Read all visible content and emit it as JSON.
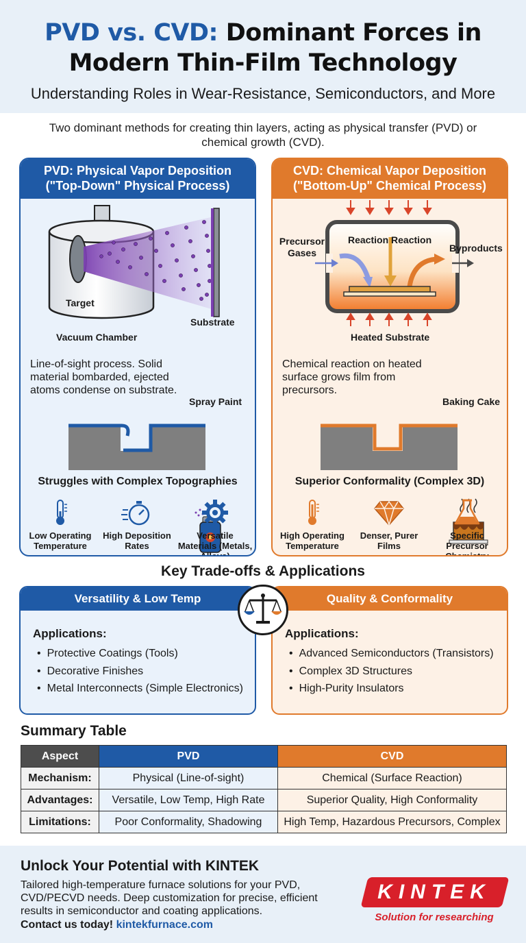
{
  "header": {
    "title_highlight": "PVD vs. CVD:",
    "title_rest_1": " Dominant Forces in",
    "title_line2": "Modern Thin-Film Technology",
    "subtitle": "Understanding Roles in Wear-Resistance, Semiconductors, and More"
  },
  "intro": "Two dominant methods for creating thin layers, acting as physical transfer (PVD) or chemical growth (CVD).",
  "pvd": {
    "heading_1": "PVD: Physical Vapor Deposition",
    "heading_2": "(\"Top-Down\" Physical Process)",
    "label_target": "Target",
    "label_substrate": "Substrate",
    "label_chamber": "Vacuum Chamber",
    "description": "Line-of-sight process. Solid material bombarded, ejected atoms condense on substrate.",
    "analogy": "Spray Paint",
    "topography_caption": "Struggles with Complex Topographies",
    "features": [
      "Low Operating Temperature",
      "High Deposition Rates",
      "Versatile Materials (Metals, Alloys)"
    ]
  },
  "cvd": {
    "heading_1": "CVD: Chemical Vapor Deposition",
    "heading_2": "(\"Bottom-Up\" Chemical Process)",
    "label_precursor": "Precursor Gases",
    "label_reaction": "Reaction Reaction",
    "label_byproducts": "Byproducts",
    "label_heated": "Heated Substrate",
    "description": "Chemical reaction on heated surface grows film from precursors.",
    "analogy": "Baking Cake",
    "topography_caption": "Superior Conformality (Complex 3D)",
    "features": [
      "High Operating Temperature",
      "Denser, Purer Films",
      "Specific Precursor Chemistry"
    ]
  },
  "tradeoffs": {
    "title": "Key Trade-offs & Applications",
    "pvd_head": "Versatility & Low Temp",
    "cvd_head": "Quality & Conformality",
    "applications_label": "Applications:",
    "pvd_apps": [
      "Protective Coatings (Tools)",
      "Decorative Finishes",
      "Metal Interconnects (Simple Electronics)"
    ],
    "cvd_apps": [
      "Advanced Semiconductors (Transistors)",
      "Complex 3D Structures",
      "High-Purity Insulators"
    ]
  },
  "summary": {
    "title": "Summary Table",
    "columns": [
      "Aspect",
      "PVD",
      "CVD"
    ],
    "rows": [
      [
        "Mechanism:",
        "Physical (Line-of-sight)",
        "Chemical (Surface Reaction)"
      ],
      [
        "Advantages:",
        "Versatile, Low Temp, High Rate",
        "Superior Quality, High Conformality"
      ],
      [
        "Limitations:",
        "Poor Conformality, Shadowing",
        "High Temp, Hazardous Precursors, Complex"
      ]
    ]
  },
  "footer": {
    "title": "Unlock Your Potential with KINTEK",
    "text": "Tailored high-temperature furnace solutions for your PVD, CVD/PECVD needs. Deep customization for precise, efficient results in semiconductor and coating applications.",
    "contact_label": "Contact us today!",
    "url": "kintekfurnace.com",
    "logo_word": "KINTEK",
    "logo_tagline": "Solution for researching"
  },
  "colors": {
    "pvd_blue": "#1f5aa6",
    "cvd_orange": "#e07a2c",
    "kintek_red": "#d8202a",
    "header_bg": "#e8f0f8"
  },
  "icons": [
    "thermometer-icon",
    "stopwatch-icon",
    "gear-icon",
    "diamond-icon",
    "flask-icon",
    "balance-scale-icon",
    "spray-can-icon",
    "cake-icon"
  ]
}
